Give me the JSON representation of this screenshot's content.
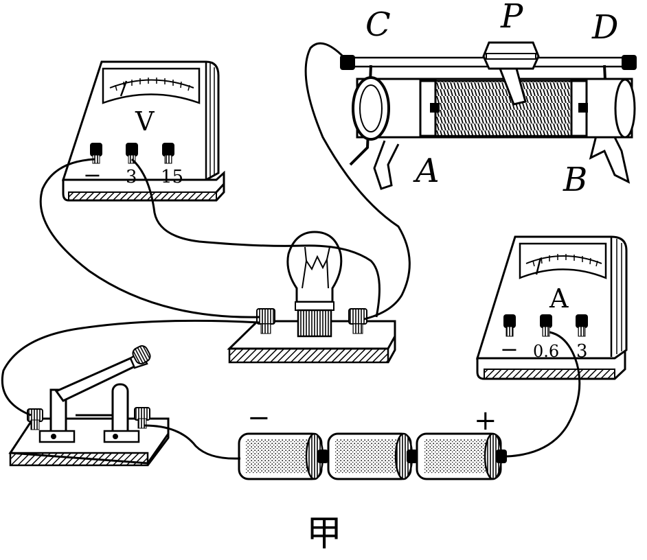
{
  "labels": {
    "rheostat_c": "C",
    "rheostat_p": "P",
    "rheostat_d": "D",
    "rheostat_a": "A",
    "rheostat_b": "B",
    "voltmeter_symbol": "V",
    "voltmeter_neg": "−",
    "voltmeter_3": "3",
    "voltmeter_15": "15",
    "ammeter_symbol": "A",
    "ammeter_neg": "−",
    "ammeter_06": "0.6",
    "ammeter_3": "3",
    "battery_neg": "−",
    "battery_pos": "+",
    "figure_caption": "甲"
  },
  "colors": {
    "line": "#000000",
    "background": "#ffffff"
  }
}
